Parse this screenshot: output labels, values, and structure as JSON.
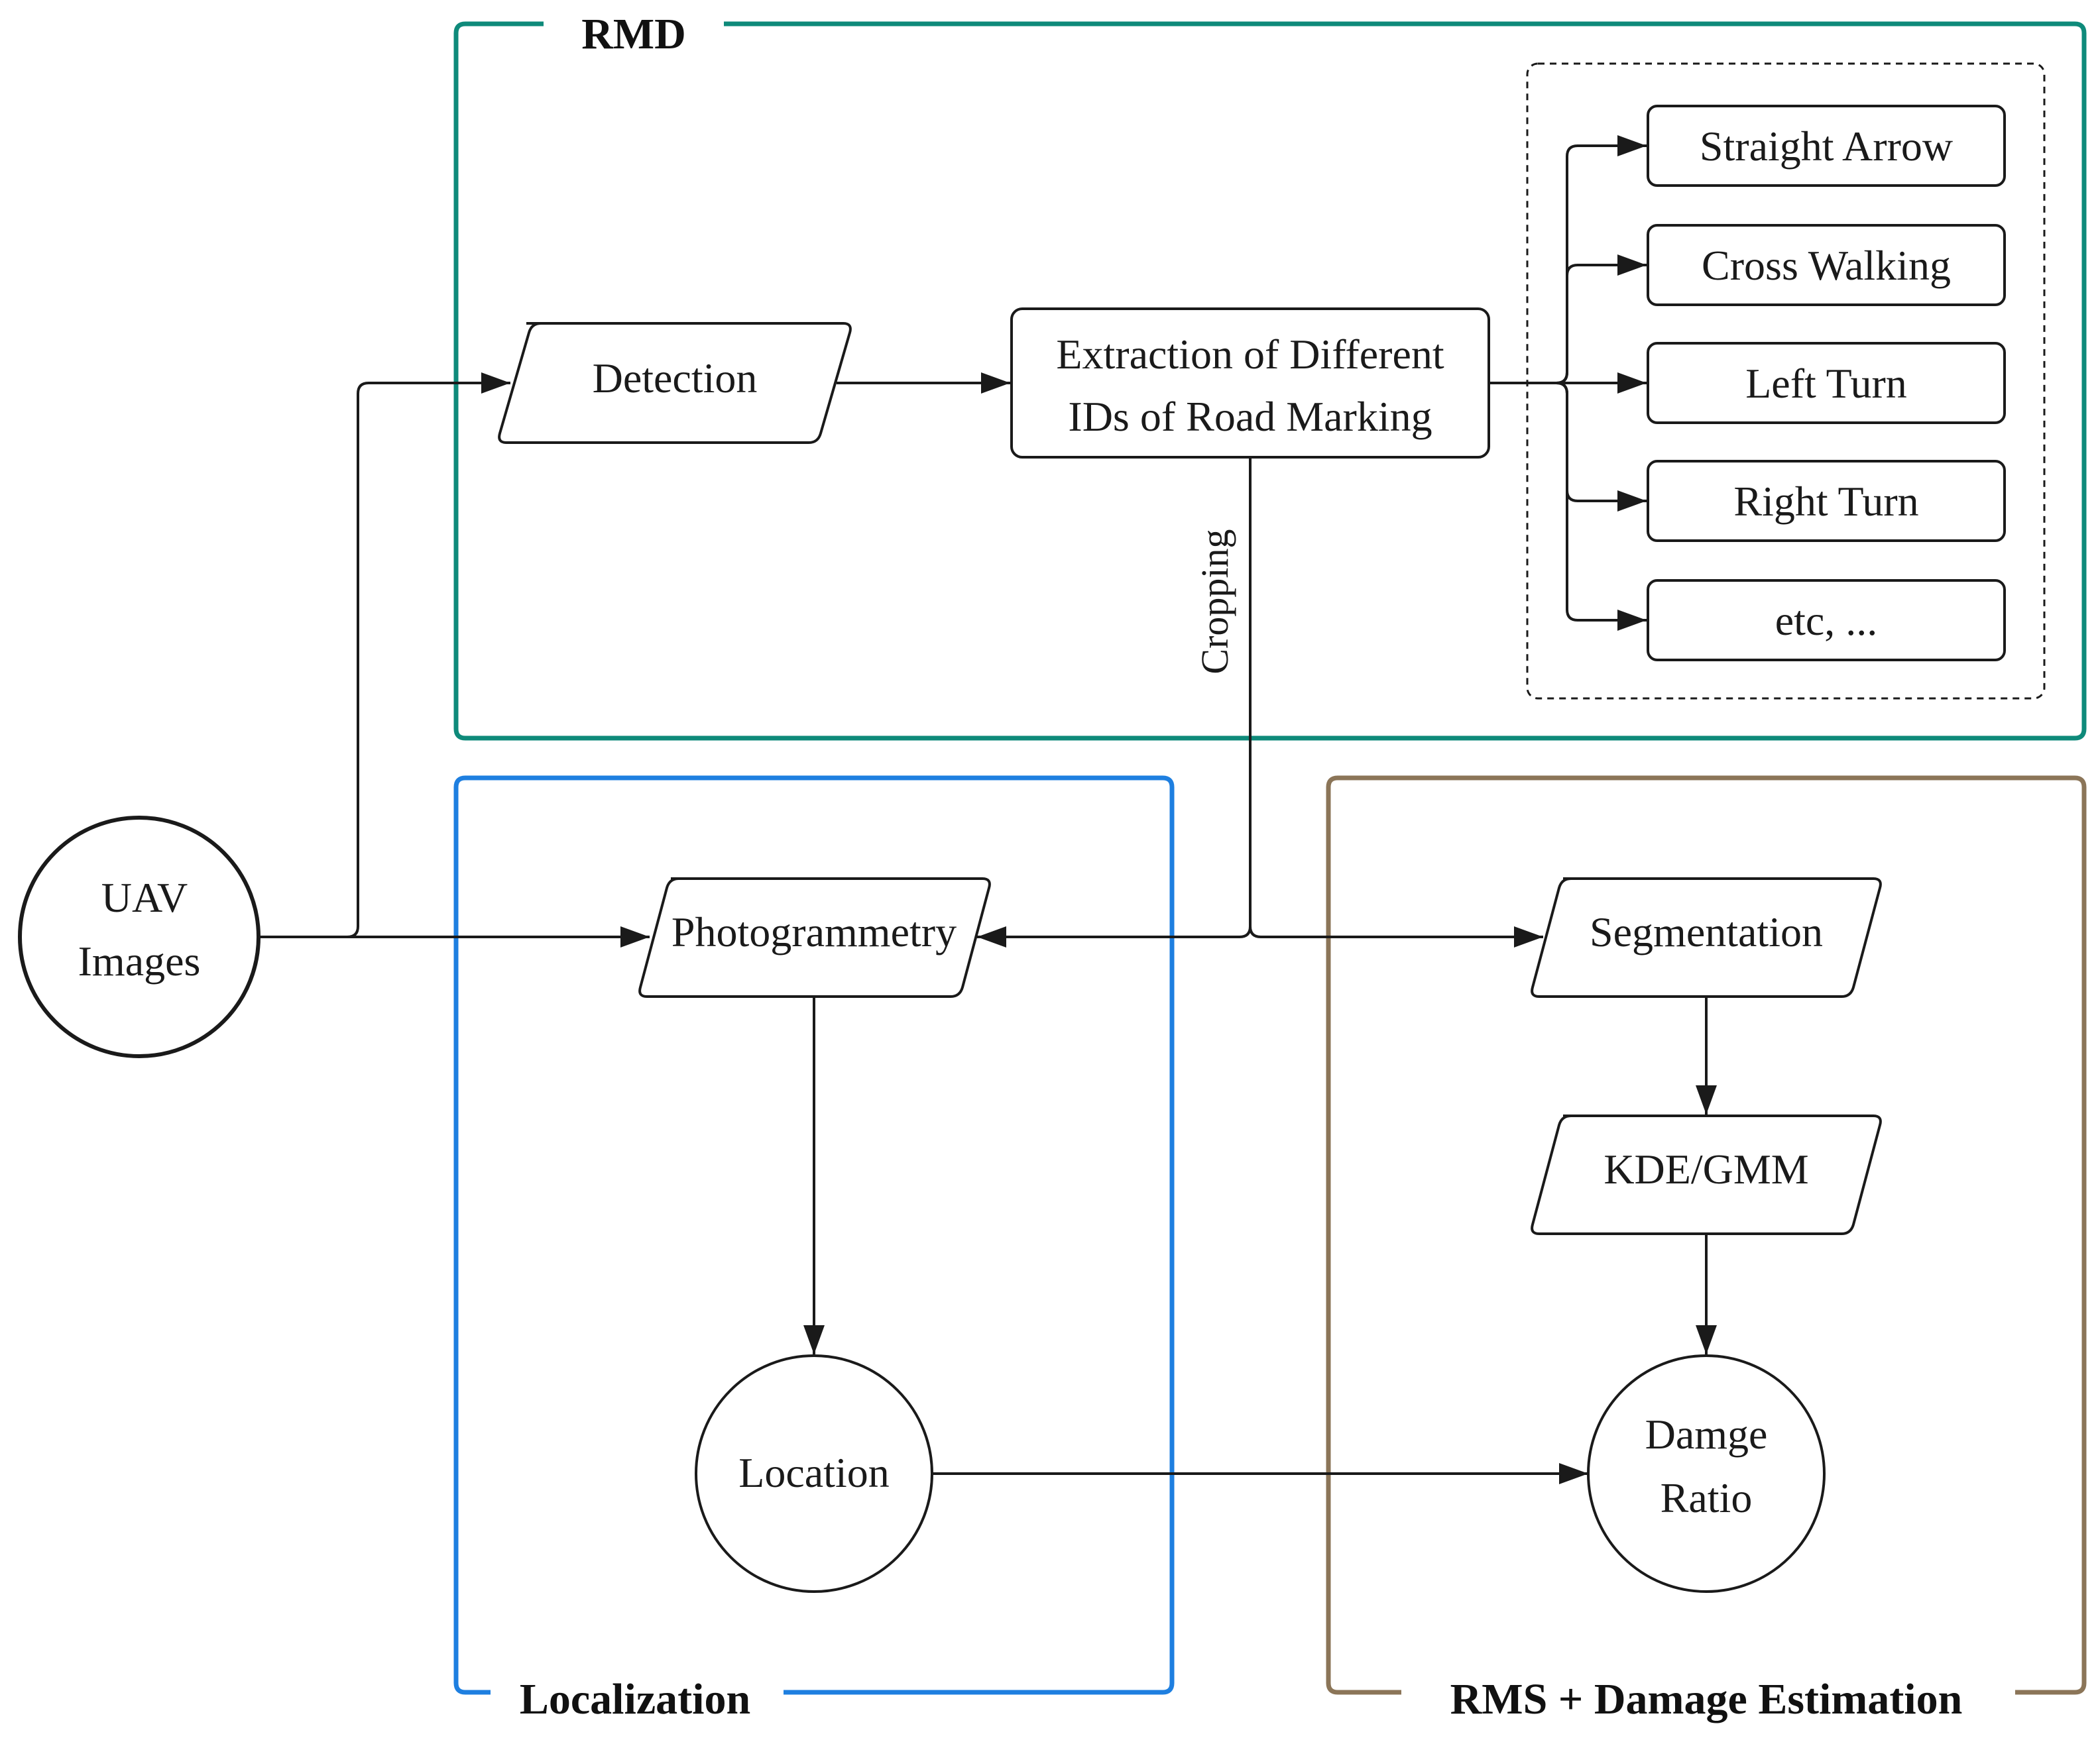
{
  "colors": {
    "rmd": "#0e8a7a",
    "localization": "#1e7fe0",
    "rms": "#8b7558",
    "line": "#1a1a1a"
  },
  "groups": {
    "rmd": {
      "title": "RMD"
    },
    "localization": {
      "title": "Localization"
    },
    "rms": {
      "title": "RMS + Damage Estimation"
    }
  },
  "nodes": {
    "uav": {
      "line1": "UAV",
      "line2": "Images"
    },
    "detection": {
      "label": "Detection"
    },
    "extraction": {
      "line1": "Extraction of Different",
      "line2": "IDs of Road Marking"
    },
    "marking_types": [
      "Straight Arrow",
      "Cross Walking",
      "Left Turn",
      "Right Turn",
      "etc, ..."
    ],
    "photogrammetry": {
      "label": "Photogrammetry"
    },
    "location": {
      "label": "Location"
    },
    "segmentation": {
      "label": "Segmentation"
    },
    "kde_gmm": {
      "label": "KDE/GMM"
    },
    "damage_ratio": {
      "line1": "Damge",
      "line2": "Ratio"
    }
  },
  "edges": {
    "cropping_label": "Cropping"
  }
}
